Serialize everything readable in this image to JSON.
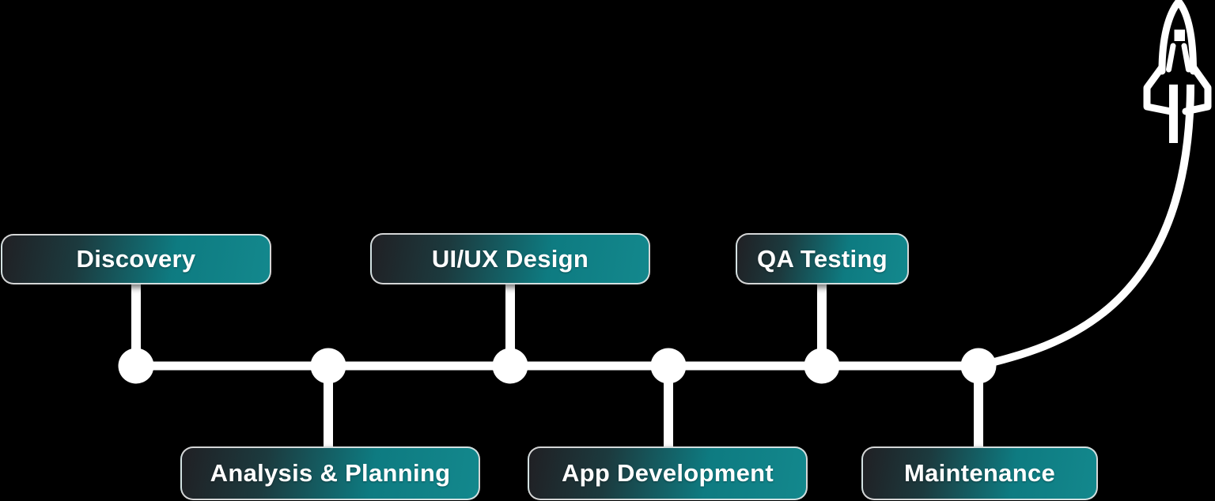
{
  "diagram": {
    "background_color": "#000000",
    "line_color": "#ffffff",
    "pill_gradient_dark": "#202024",
    "pill_gradient_teal": "#0e7b81",
    "pill_text_color": "#ffffff",
    "stages": [
      {
        "label": "Discovery",
        "position": "top"
      },
      {
        "label": "Analysis & Planning",
        "position": "bottom"
      },
      {
        "label": "UI/UX Design",
        "position": "top"
      },
      {
        "label": "App Development",
        "position": "bottom"
      },
      {
        "label": "QA Testing",
        "position": "top"
      },
      {
        "label": "Maintenance",
        "position": "bottom"
      }
    ],
    "icons": {
      "rocket": "rocket-icon"
    }
  }
}
